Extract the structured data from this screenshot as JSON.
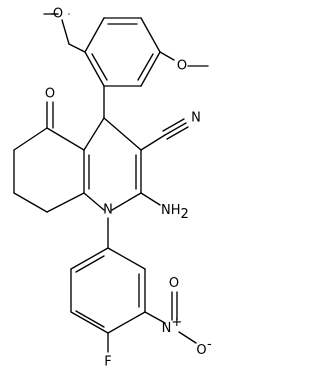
{
  "atoms": {
    "o_methoxy_top": "O",
    "o_methoxy_right": "O",
    "o_ketone": "O",
    "n_nitrile": "N",
    "n_ring": "N",
    "nh2": "NH",
    "nh2_sub": "2",
    "f": "F",
    "n_nitro": "N",
    "n_nitro_charge": "+",
    "o_nitro": "O",
    "o_nitro_charge": "-"
  }
}
